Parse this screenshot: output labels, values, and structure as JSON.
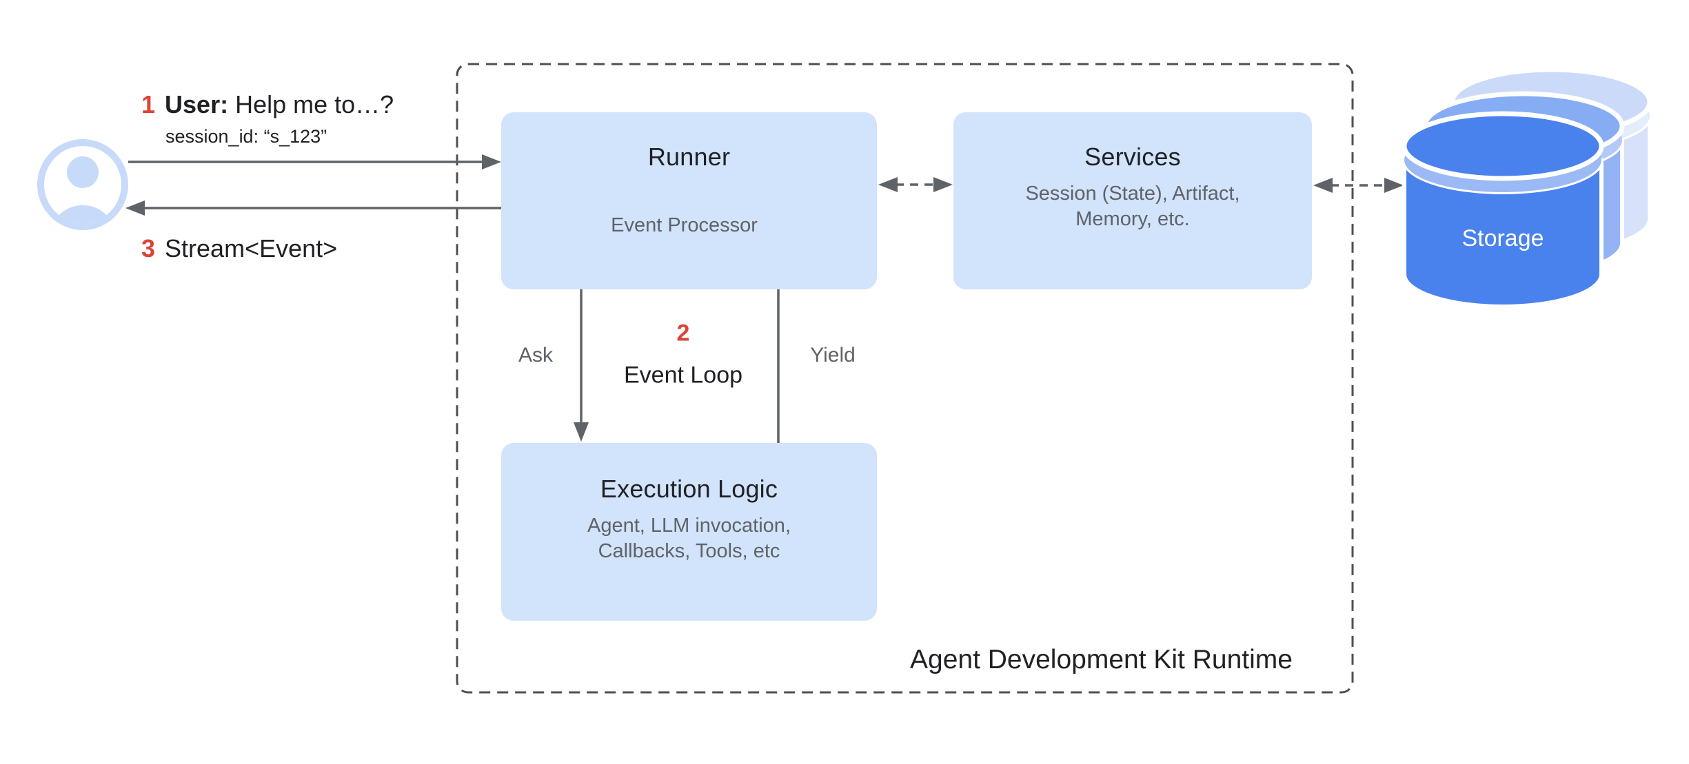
{
  "steps": {
    "step1": {
      "num": "1",
      "actor": "User:",
      "text": "Help me to…?",
      "session": "session_id: “s_123”"
    },
    "step2": {
      "num": "2",
      "label": "Event Loop"
    },
    "step3": {
      "num": "3",
      "text": "Stream<Event>"
    }
  },
  "flow_labels": {
    "ask": "Ask",
    "yield": "Yield"
  },
  "boxes": {
    "runner": {
      "title": "Runner",
      "inner": "Event Processor"
    },
    "services": {
      "title": "Services",
      "subtitle_lines": [
        "Session (State), Artifact,",
        "Memory, etc."
      ]
    },
    "execution": {
      "title": "Execution Logic",
      "subtitle_lines": [
        "Agent, LLM invocation,",
        "Callbacks, Tools, etc"
      ]
    }
  },
  "container": {
    "caption": "Agent Development Kit Runtime"
  },
  "storage": {
    "label": "Storage"
  },
  "icons": [
    "user-avatar-icon",
    "storage-cylinders-icon"
  ],
  "colors": {
    "box_fill": "#D2E3FC",
    "accent_red": "#DB4437",
    "title_text": "#202124",
    "muted_text": "#5F6368",
    "arrow_gray": "#5F6368",
    "dashed_border": "#4C4F53",
    "storage_front": "#4A82ED",
    "storage_front_rim": "#9BBAF5",
    "storage_middle": "#93B3F5",
    "storage_back": "#D7E2FA",
    "avatar_blue": "#C7DAFA"
  }
}
